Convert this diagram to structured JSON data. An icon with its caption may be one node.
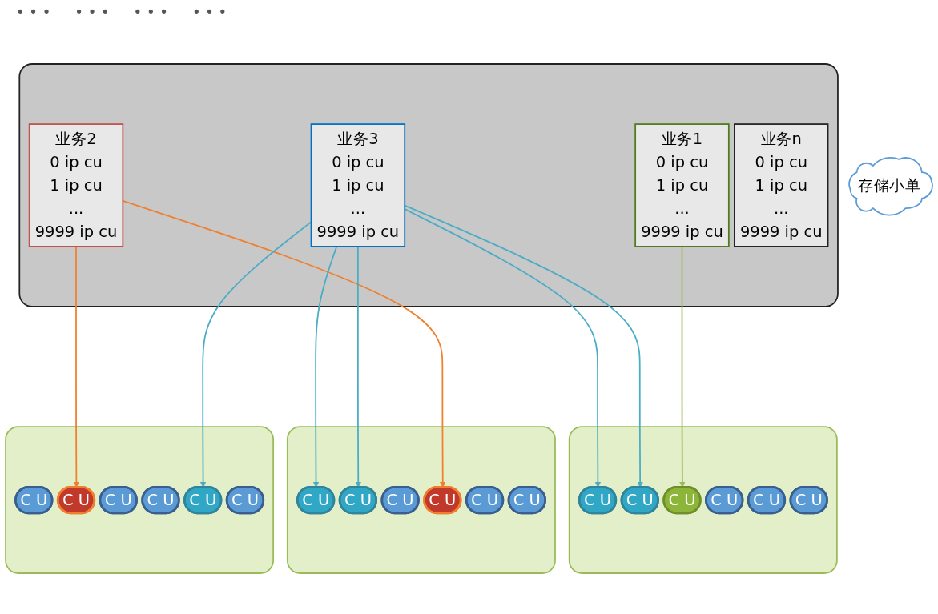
{
  "diagram": {
    "nodes": [
      {
        "text": [],
        "shape": "box"
      },
      {
        "text": [
          "业务1",
          "0 ip cu",
          "1 ip cu",
          "...",
          "9999 ip cu"
        ],
        "in": 0
      },
      {
        "text": [
          "业务2",
          "0 ip cu",
          "1 ip cu",
          "...",
          "9999 ip cu"
        ],
        "in": 0
      },
      {
        "text": [
          "业务3",
          "0 ip cu",
          "1 ip cu",
          "...",
          "9999 ip cu"
        ],
        "in": 0
      },
      {
        "text": [
          "业务n",
          "0 ip cu",
          "1 ip cu",
          "...",
          "9999 ip cu"
        ],
        "in": 0
      },
      {
        "text": [
          "存储小单"
        ]
      },
      {
        "text": [],
        "shape": "box"
      },
      {
        "text": [
          "C U"
        ],
        "in": 6
      },
      {
        "text": [
          "C U"
        ],
        "in": 6
      },
      {
        "text": [
          "C U"
        ],
        "in": 6
      },
      {
        "text": [
          "C U"
        ],
        "in": 6
      },
      {
        "text": [
          "C U"
        ],
        "in": 6
      },
      {
        "text": [
          "C U"
        ],
        "in": 6
      },
      {
        "text": [],
        "shape": "box"
      },
      {
        "text": [
          "C U"
        ],
        "in": 13
      },
      {
        "text": [
          "C U"
        ],
        "in": 13
      },
      {
        "text": [
          "C U"
        ],
        "in": 13
      },
      {
        "text": [
          "C U"
        ],
        "in": 13
      },
      {
        "text": [
          "C U"
        ],
        "in": 13
      },
      {
        "text": [
          "C U"
        ],
        "in": 13
      },
      {
        "text": [],
        "shape": "box"
      },
      {
        "text": [
          "C U"
        ],
        "in": 20
      },
      {
        "text": [
          "C U"
        ],
        "in": 20
      },
      {
        "text": [
          "C U"
        ],
        "in": 20
      },
      {
        "text": [
          "C U"
        ],
        "in": 20
      },
      {
        "text": [
          "C U"
        ],
        "in": 20
      },
      {
        "text": [
          "C U"
        ],
        "in": 20
      }
    ],
    "edges": [
      {
        "from": 1,
        "to": 9,
        "arrow": "to",
        "color": "#9bbb59"
      },
      {
        "from": 2,
        "to": 17,
        "arrow": "to",
        "color": "#f07f2e"
      },
      {
        "from": 2,
        "to": 22,
        "arrow": "to",
        "color": "#f07f2e"
      },
      {
        "from": 3,
        "to": 7,
        "arrow": "to",
        "color": "#4bacc6"
      },
      {
        "from": 3,
        "to": 8,
        "arrow": "to",
        "color": "#4bacc6"
      },
      {
        "from": 3,
        "to": 14,
        "arrow": "to",
        "color": "#4bacc6"
      },
      {
        "from": 3,
        "to": 15,
        "arrow": "to",
        "color": "#4bacc6"
      },
      {
        "from": 3,
        "to": 25,
        "arrow": "to",
        "color": "#4bacc6"
      }
    ],
    "labels": [
      "• • •",
      "• • •",
      "• • •",
      "• • •"
    ]
  }
}
